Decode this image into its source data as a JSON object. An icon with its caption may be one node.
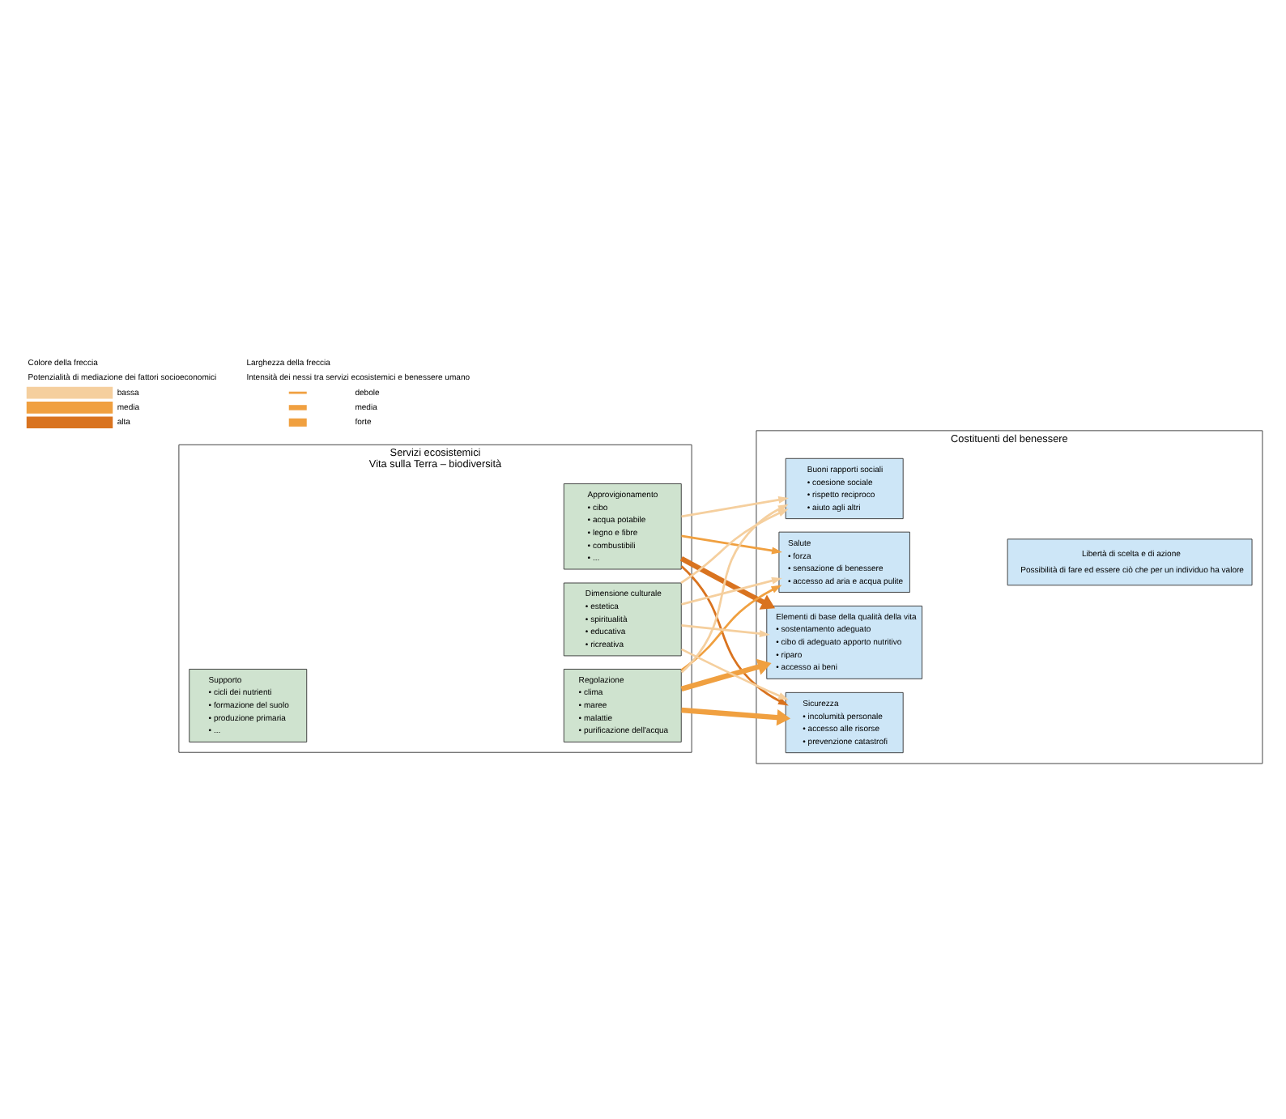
{
  "diagram": {
    "nodes": [
      {
        "text": [
          "Servizi ecosistemici",
          "Vita sulla Terra – biodiversità"
        ]
      },
      {
        "text": [
          "Supporto",
          "• cicli dei nutrienti",
          "• formazione del suolo",
          "• produzione primaria",
          "• ..."
        ],
        "in": 0
      },
      {
        "text": [
          "Approvigionamento",
          "• cibo",
          "• acqua potabile",
          "• legno e fibre",
          "• combustibili",
          "• ..."
        ],
        "in": 0
      },
      {
        "text": [
          "Regolazione",
          "• clima",
          "• maree",
          "• malattie",
          "• purificazione dell'acqua"
        ],
        "in": 0
      },
      {
        "text": [
          "Dimensione culturale",
          "• estetica",
          "• spiritualità",
          "• educativa",
          "• ricreativa"
        ],
        "in": 0
      },
      {
        "text": [
          "Costituenti del benessere"
        ]
      },
      {
        "text": [
          "Sicurezza",
          "• incolumità personale",
          "• accesso alle risorse",
          "• prevenzione catastrofi"
        ],
        "in": 5
      },
      {
        "text": [
          "Elementi di base della qualità della vita",
          "• sostentamento adeguato",
          "• cibo di adeguato apporto nutritivo",
          "• riparo",
          "• accesso ai beni"
        ],
        "in": 5
      },
      {
        "text": [
          "Salute",
          "• forza",
          "• sensazione di benessere",
          "• accesso ad aria e acqua pulite"
        ],
        "in": 5
      },
      {
        "text": [
          "Buoni rapporti sociali",
          "• coesione sociale",
          "• rispetto reciproco",
          "• aiuto agli altri"
        ],
        "in": 5
      },
      {
        "text": [
          "Libertà di scelta e di azione",
          "Possibilità di fare ed essere ciò che per un individuo ha valore"
        ],
        "in": 5
      }
    ],
    "edges": [
      {
        "from": 2,
        "to": 6,
        "arrow": "to",
        "color": "#d9731f"
      },
      {
        "from": 2,
        "to": 7,
        "arrow": "to",
        "style": "thick",
        "color": "#d9731f"
      },
      {
        "from": 2,
        "to": 8,
        "arrow": "to",
        "color": "#f0a040"
      },
      {
        "from": 2,
        "to": 9,
        "arrow": "to",
        "color": "#f5cf9e"
      },
      {
        "from": 3,
        "to": 6,
        "arrow": "to",
        "style": "thick",
        "color": "#f0a040"
      },
      {
        "from": 3,
        "to": 7,
        "arrow": "to",
        "style": "thick",
        "color": "#f0a040"
      },
      {
        "from": 3,
        "to": 8,
        "arrow": "to",
        "color": "#f0a040"
      },
      {
        "from": 3,
        "to": 9,
        "arrow": "to",
        "color": "#f5cf9e"
      },
      {
        "from": 4,
        "to": 6,
        "arrow": "to",
        "color": "#f5cf9e"
      },
      {
        "from": 4,
        "to": 7,
        "arrow": "to",
        "color": "#f5cf9e"
      },
      {
        "from": 4,
        "to": 8,
        "arrow": "to",
        "color": "#f5cf9e"
      },
      {
        "from": 4,
        "to": 9,
        "arrow": "to",
        "color": "#f5cf9e"
      }
    ],
    "labels": [
      "Colore della freccia",
      "Potenzialità di mediazione dei fattori socioeconomici",
      "Larghezza della freccia",
      "Intensità dei nessi tra servizi ecosistemici e benessere umano"
    ],
    "legend": [
      {
        "text": "bassa",
        "color": "#f5cf9e"
      },
      {
        "text": "media",
        "color": "#f0a040"
      },
      {
        "text": "alta",
        "color": "#d9731f"
      },
      {
        "text": "debole"
      },
      {
        "text": "media"
      },
      {
        "text": "forte"
      }
    ]
  }
}
